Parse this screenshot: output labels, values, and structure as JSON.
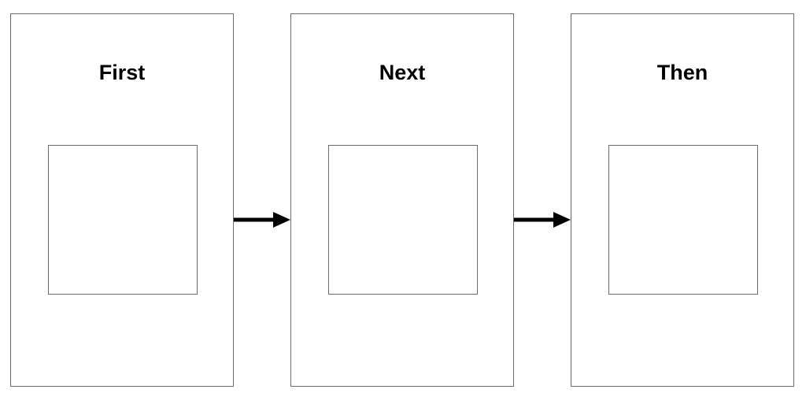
{
  "diagram": {
    "panels": [
      {
        "title": "First"
      },
      {
        "title": "Next"
      },
      {
        "title": "Then"
      }
    ],
    "colors": {
      "border": "#6b6b6b",
      "arrow": "#000000",
      "text": "#000000",
      "background": "#ffffff"
    }
  }
}
